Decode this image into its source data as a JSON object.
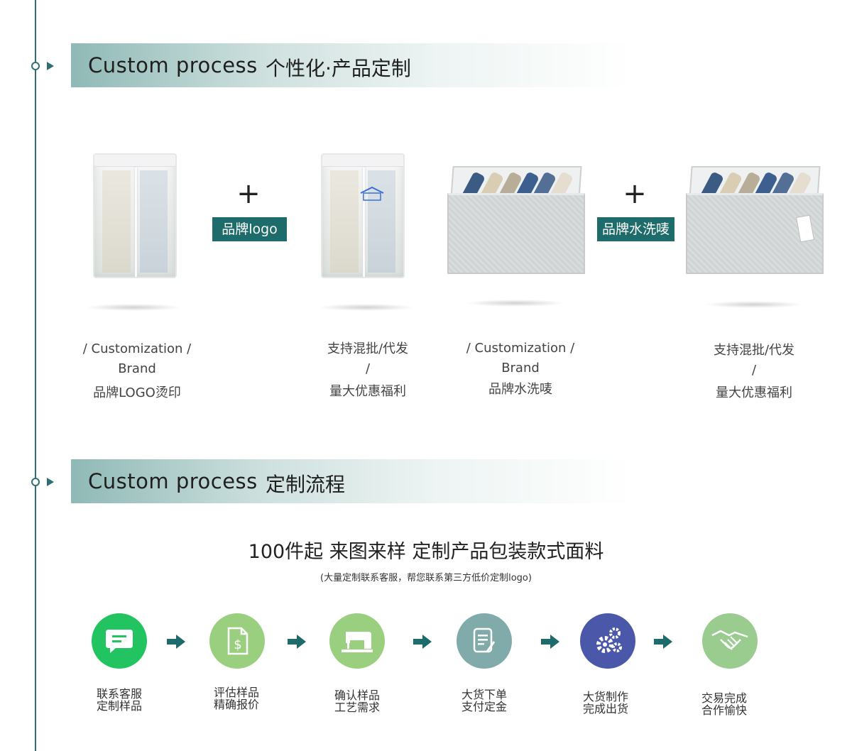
{
  "section1": {
    "title_en": "Custom process",
    "title_cn": "个性化·产品定制"
  },
  "products": {
    "tag1": "品牌logo",
    "tag2": "品牌水洗唛",
    "plus": "+",
    "captions": [
      {
        "line1": "/ Customization /",
        "line2": "Brand",
        "line3": "品牌LOGO烫印"
      },
      {
        "line1": "支持混批/代发",
        "line2": "/",
        "line3": "量大优惠福利"
      },
      {
        "line1": "/ Customization /",
        "line2": "Brand",
        "line3": "品牌水洗唛"
      },
      {
        "line1": "支持混批/代发",
        "line2": "/",
        "line3": "量大优惠福利"
      }
    ]
  },
  "section2": {
    "title_en": "Custom process",
    "title_cn": "定制流程",
    "headline": "100件起 来图来样 定制产品包装款式面料",
    "subline": "(大量定制联系客服，帮您联系第三方低价定制logo)"
  },
  "steps": [
    {
      "line1": "联系客服",
      "line2": "定制样品",
      "icon": "chat-icon",
      "color": "#22c462"
    },
    {
      "line1": "评估样品",
      "line2": "精确报价",
      "icon": "dollar-document-icon",
      "color": "#99cf7e"
    },
    {
      "line1": "确认样品",
      "line2": "工艺需求",
      "icon": "sewing-machine-icon",
      "color": "#99cf7e"
    },
    {
      "line1": "大货下单",
      "line2": "支付定金",
      "icon": "order-form-icon",
      "color": "#80abaa"
    },
    {
      "line1": "大货制作",
      "line2": "完成出货",
      "icon": "gears-icon",
      "color": "#4b58a9"
    },
    {
      "line1": "交易完成",
      "line2": "合作愉快",
      "icon": "handshake-icon",
      "color": "#9acb8f"
    }
  ],
  "colors": {
    "timeline": "#2f6f74",
    "tag_bg": "#1d6b6a",
    "arrow": "#1d6b6a"
  }
}
